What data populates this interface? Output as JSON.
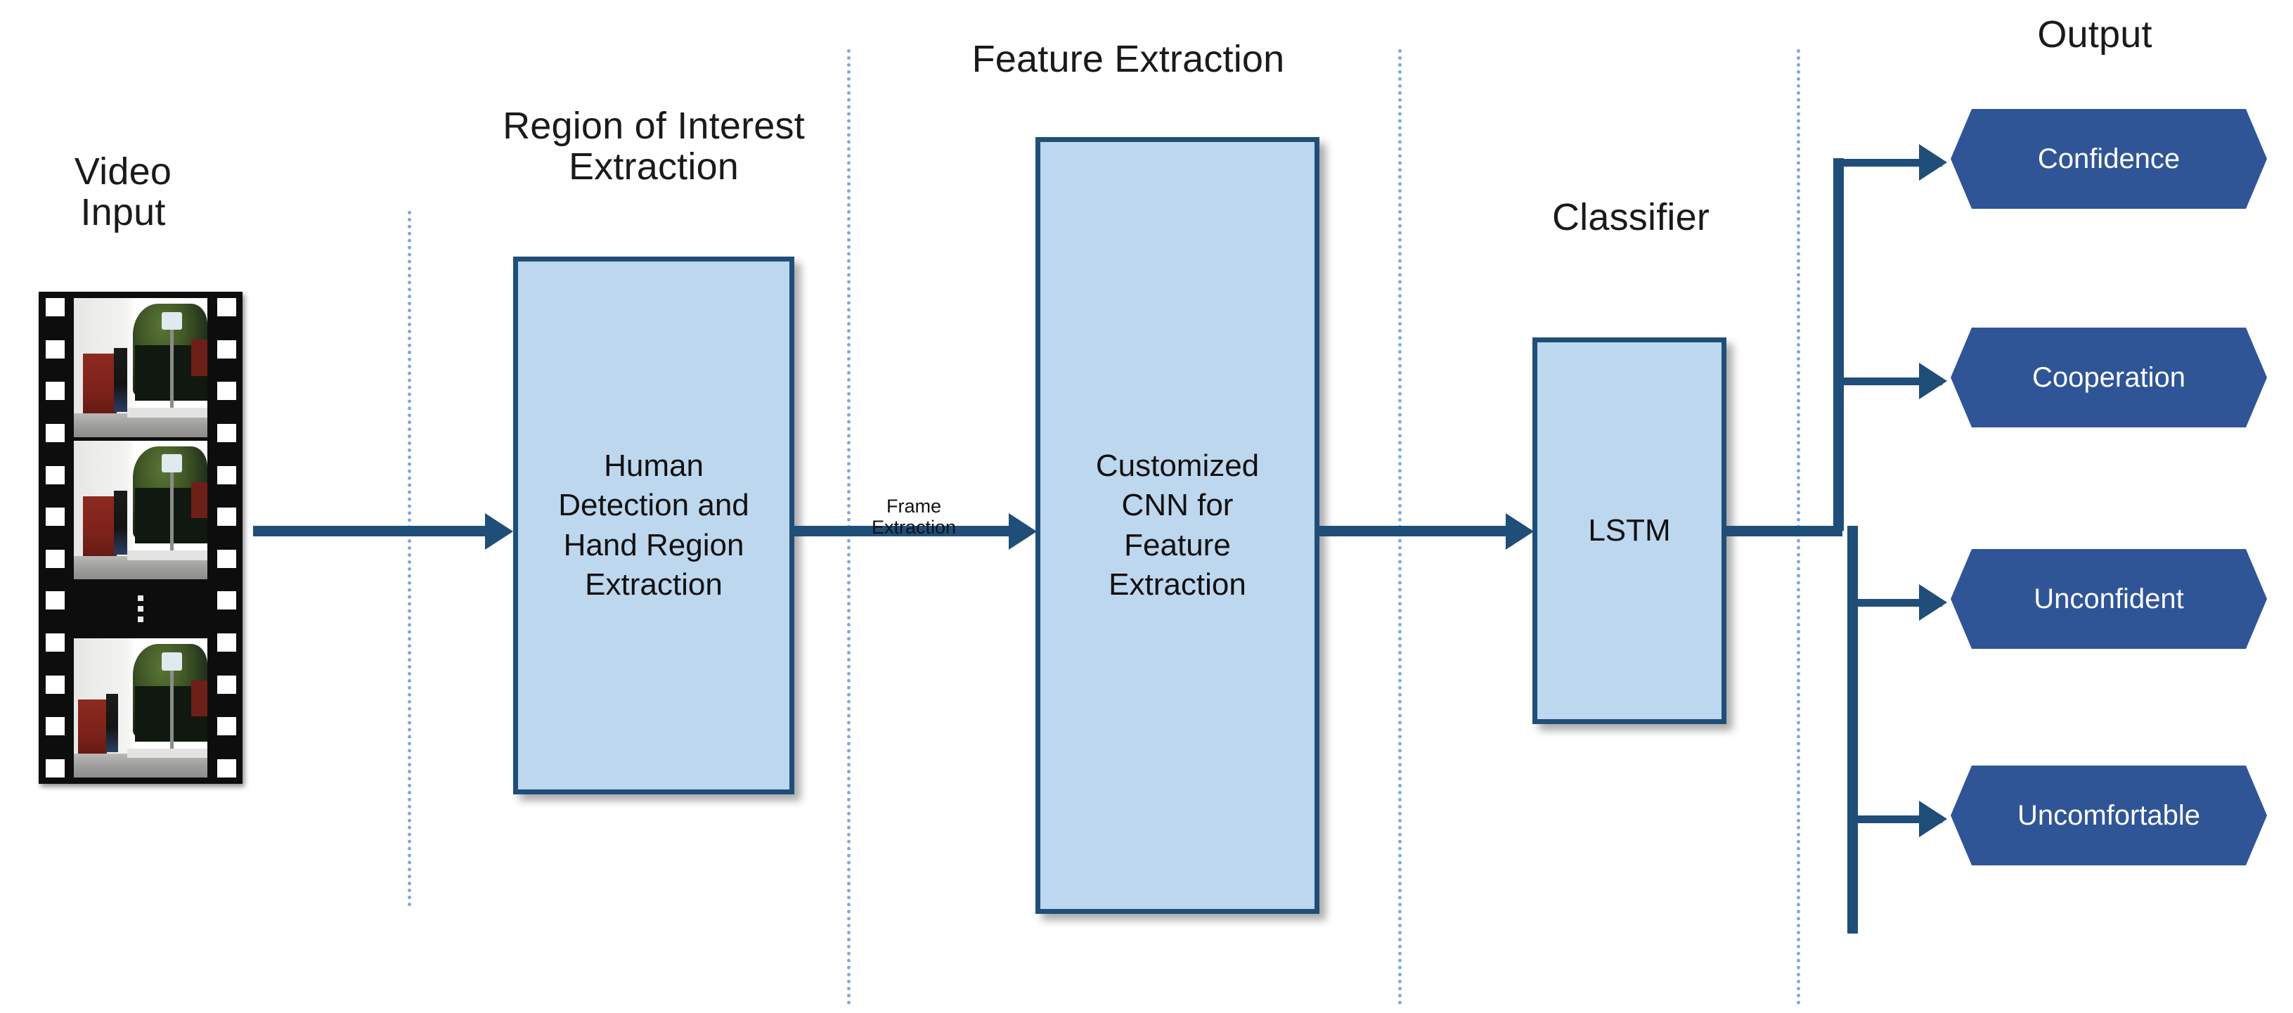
{
  "diagram": {
    "title": "Video-based behaviour recognition pipeline",
    "stages": [
      {
        "key": "video_input",
        "title": "Video\nInput"
      },
      {
        "key": "roi",
        "title": "Region of Interest\nExtraction"
      },
      {
        "key": "feature",
        "title": "Feature Extraction"
      },
      {
        "key": "classifier",
        "title": "Classifier"
      },
      {
        "key": "output",
        "title": "Output"
      }
    ],
    "boxes": [
      {
        "key": "roi_box",
        "label": "Human\nDetection and\nHand Region\nExtraction"
      },
      {
        "key": "cnn_box",
        "label": "Customized\nCNN for\nFeature\nExtraction"
      },
      {
        "key": "lstm_box",
        "label": "LSTM"
      }
    ],
    "edge_labels": [
      {
        "key": "frame_extraction",
        "label": "Frame\nExtraction"
      }
    ],
    "outputs": [
      {
        "key": "confidence",
        "label": "Confidence"
      },
      {
        "key": "cooperation",
        "label": "Cooperation"
      },
      {
        "key": "unconfident",
        "label": "Unconfident"
      },
      {
        "key": "uncomfortable",
        "label": "Uncomfortable"
      }
    ],
    "filmstrip": {
      "frame_count_visible": 3,
      "continuation_marker": "vertical-ellipsis"
    },
    "colors": {
      "box_fill": "#bdd7ee",
      "box_border": "#1F4E79",
      "output_fill": "#2F5597",
      "output_text": "#ffffff",
      "connector": "#1F4E79",
      "divider": "#7FA9DA",
      "background": "#ffffff",
      "filmstrip": "#0d0d0d"
    }
  }
}
